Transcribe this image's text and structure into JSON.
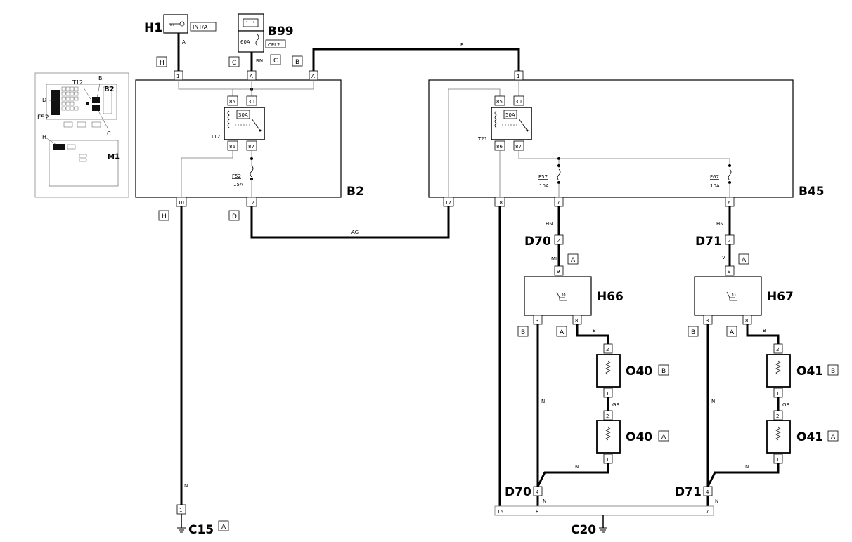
{
  "components": {
    "h1": {
      "code": "H1",
      "tag": "INT/A"
    },
    "b99": {
      "code": "B99",
      "fuse": "60A",
      "tag": "CPL2"
    },
    "b2": {
      "code": "B2"
    },
    "b45": {
      "code": "B45"
    },
    "t12": {
      "code": "T12",
      "rating": "30A"
    },
    "t21": {
      "code": "T21",
      "rating": "50A"
    },
    "f52": {
      "code": "F52",
      "rating": "15A"
    },
    "f57": {
      "code": "F57",
      "rating": "10A"
    },
    "f67": {
      "code": "F67",
      "rating": "10A"
    },
    "d70": {
      "code": "D70"
    },
    "d71": {
      "code": "D71"
    },
    "h66": {
      "code": "H66"
    },
    "h67": {
      "code": "H67"
    },
    "o40b": {
      "code": "O40",
      "tag": "B"
    },
    "o40a": {
      "code": "O40",
      "tag": "A"
    },
    "o41b": {
      "code": "O41",
      "tag": "B"
    },
    "o41a": {
      "code": "O41",
      "tag": "A"
    },
    "c15": {
      "code": "C15",
      "tag": "A"
    },
    "c20": {
      "code": "C20"
    }
  },
  "relay_pins": {
    "p85": "85",
    "p30": "30",
    "p86": "86",
    "p87": "87"
  },
  "wires": {
    "h1_b2": "A",
    "b99_b2": "RN",
    "b2_b45": "R",
    "b2_b45_bottom": "AG",
    "b2_c15": "N",
    "b45_d70": "HN",
    "d70_h66": "MI",
    "b45_d71": "HN",
    "d71_h67": "V",
    "h66_o40": "B",
    "h67_o41": "B",
    "o40_link": "GB",
    "o41_link": "GB",
    "ground": "N"
  },
  "pins": {
    "h1": "A",
    "b2_1": "1",
    "b2_a1": "A",
    "b2_a2": "A",
    "b45_1": "1",
    "b2_10": "10",
    "b2_12": "12",
    "b45_17": "17",
    "b45_18": "18",
    "b45_7": "7",
    "b45_6": "6",
    "d2": "2",
    "h9": "9",
    "h3": "3",
    "h8": "8",
    "o2": "2",
    "o1": "1",
    "d4": "4",
    "c15_1": "1",
    "c20_16": "16",
    "c20_8": "8",
    "c20_7": "7"
  },
  "connector_tags": {
    "h": "H",
    "c": "C",
    "b": "B",
    "d": "D",
    "a": "A"
  },
  "location_map": {
    "t12": "T12",
    "b": "B",
    "b2": "B2",
    "d": "D",
    "f52": "F52",
    "c": "C",
    "h": "H",
    "m1": "M1"
  }
}
